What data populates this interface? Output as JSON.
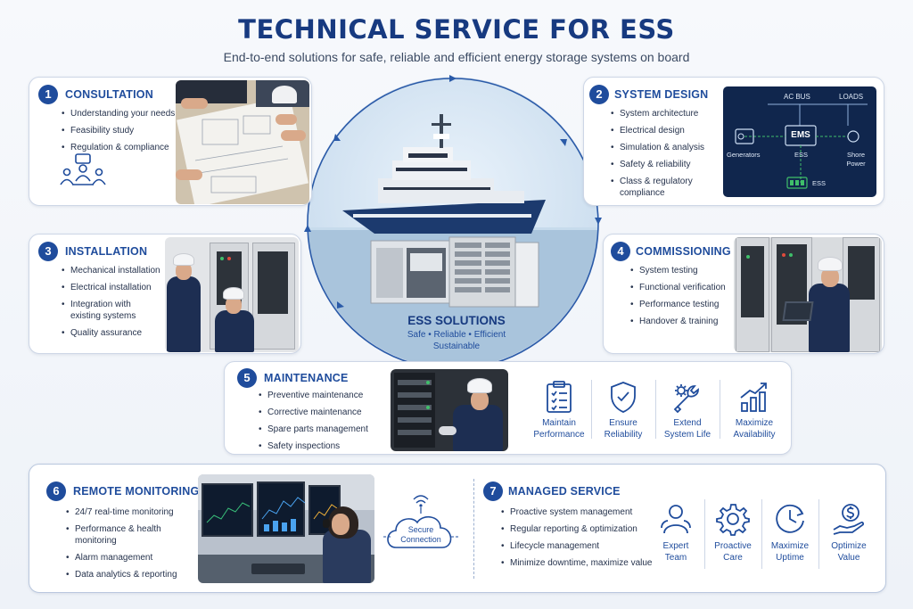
{
  "header": {
    "title": "TECHNICAL SERVICE FOR ESS",
    "subtitle": "End-to-end solutions for safe, reliable and efficient energy storage systems on board"
  },
  "center": {
    "title": "ESS SOLUTIONS",
    "line1": "Safe • Reliable • Efficient",
    "line2": "Sustainable"
  },
  "consultation": {
    "number": "1",
    "title": "CONSULTATION",
    "items": [
      "Understanding your needs",
      "Feasibility study",
      "Regulation & compliance"
    ]
  },
  "system_design": {
    "number": "2",
    "title": "SYSTEM DESIGN",
    "items": [
      "System architecture",
      "Electrical design",
      "Simulation & analysis",
      "Safety & reliability",
      "Class & regulatory compliance"
    ],
    "diagram": {
      "ac_bus": "AC BUS",
      "loads": "LOADS",
      "ems": "EMS",
      "generators": "Generators",
      "ess_small": "ESS",
      "shore_power": "Shore Power",
      "ess": "ESS"
    }
  },
  "installation": {
    "number": "3",
    "title": "INSTALLATION",
    "items": [
      "Mechanical installation",
      "Electrical installation",
      "Integration with existing systems",
      "Quality assurance"
    ]
  },
  "commissioning": {
    "number": "4",
    "title": "COMMISSIONING",
    "items": [
      "System testing",
      "Functional verification",
      "Performance testing",
      "Handover & training"
    ]
  },
  "maintenance": {
    "number": "5",
    "title": "MAINTENANCE",
    "items": [
      "Preventive maintenance",
      "Corrective maintenance",
      "Spare parts management",
      "Safety inspections"
    ],
    "features": [
      {
        "icon": "clipboard-check-icon",
        "line1": "Maintain",
        "line2": "Performance"
      },
      {
        "icon": "shield-check-icon",
        "line1": "Ensure",
        "line2": "Reliability"
      },
      {
        "icon": "wrench-gear-icon",
        "line1": "Extend",
        "line2": "System Life"
      },
      {
        "icon": "growth-chart-icon",
        "line1": "Maximize",
        "line2": "Availability"
      }
    ]
  },
  "remote_monitoring": {
    "number": "6",
    "title": "REMOTE MONITORING",
    "items": [
      "24/7 real-time monitoring",
      "Performance & health monitoring",
      "Alarm management",
      "Data analytics & reporting"
    ]
  },
  "secure": {
    "line1": "Secure",
    "line2": "Connection"
  },
  "managed_service": {
    "number": "7",
    "title": "MANAGED SERVICE",
    "items": [
      "Proactive system management",
      "Regular reporting & optimization",
      "Lifecycle management",
      "Minimize downtime, maximize value"
    ],
    "features": [
      {
        "icon": "team-icon",
        "line1": "Expert",
        "line2": "Team"
      },
      {
        "icon": "gear-icon",
        "line1": "Proactive",
        "line2": "Care"
      },
      {
        "icon": "uptime-clock-icon",
        "line1": "Maximize",
        "line2": "Uptime"
      },
      {
        "icon": "dollar-icon",
        "line1": "Optimize",
        "line2": "Value"
      }
    ]
  },
  "colors": {
    "primary": "#1f4c9c",
    "navy": "#173a80",
    "diagram_bg": "#10264d",
    "accent_green": "#3fbf6a"
  }
}
